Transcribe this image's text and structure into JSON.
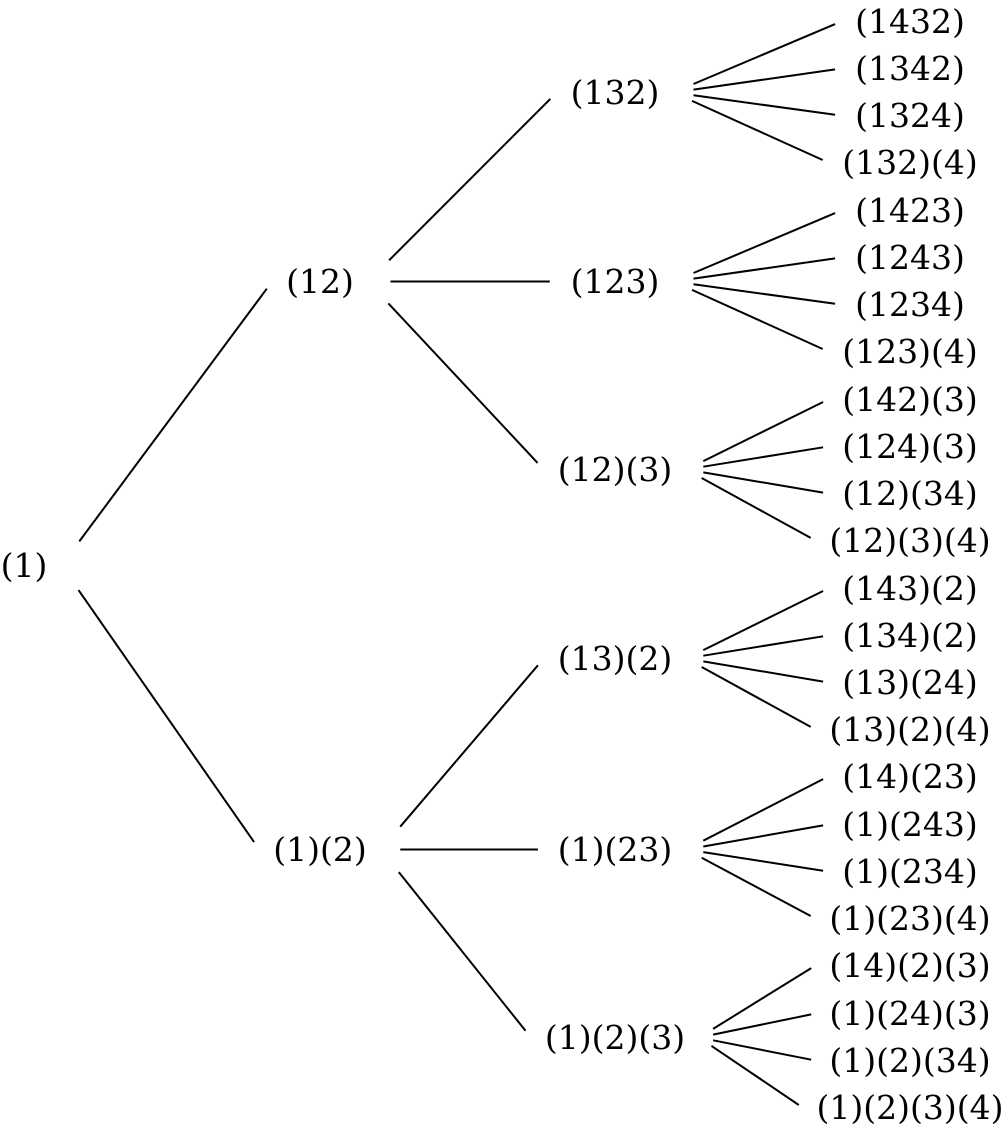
{
  "tree": {
    "label": "(1)",
    "children": [
      {
        "label": "(12)",
        "children": [
          {
            "label": "(132)",
            "children": [
              {
                "label": "(1432)"
              },
              {
                "label": "(1342)"
              },
              {
                "label": "(1324)"
              },
              {
                "label": "(132)(4)"
              }
            ]
          },
          {
            "label": "(123)",
            "children": [
              {
                "label": "(1423)"
              },
              {
                "label": "(1243)"
              },
              {
                "label": "(1234)"
              },
              {
                "label": "(123)(4)"
              }
            ]
          },
          {
            "label": "(12)(3)",
            "children": [
              {
                "label": "(142)(3)"
              },
              {
                "label": "(124)(3)"
              },
              {
                "label": "(12)(34)"
              },
              {
                "label": "(12)(3)(4)"
              }
            ]
          }
        ]
      },
      {
        "label": "(1)(2)",
        "children": [
          {
            "label": "(13)(2)",
            "children": [
              {
                "label": "(143)(2)"
              },
              {
                "label": "(134)(2)"
              },
              {
                "label": "(13)(24)"
              },
              {
                "label": "(13)(2)(4)"
              }
            ]
          },
          {
            "label": "(1)(23)",
            "children": [
              {
                "label": "(14)(23)"
              },
              {
                "label": "(1)(243)"
              },
              {
                "label": "(1)(234)"
              },
              {
                "label": "(1)(23)(4)"
              }
            ]
          },
          {
            "label": "(1)(2)(3)",
            "children": [
              {
                "label": "(14)(2)(3)"
              },
              {
                "label": "(1)(24)(3)"
              },
              {
                "label": "(1)(2)(34)"
              },
              {
                "label": "(1)(2)(3)(4)"
              }
            ]
          }
        ]
      }
    ]
  }
}
